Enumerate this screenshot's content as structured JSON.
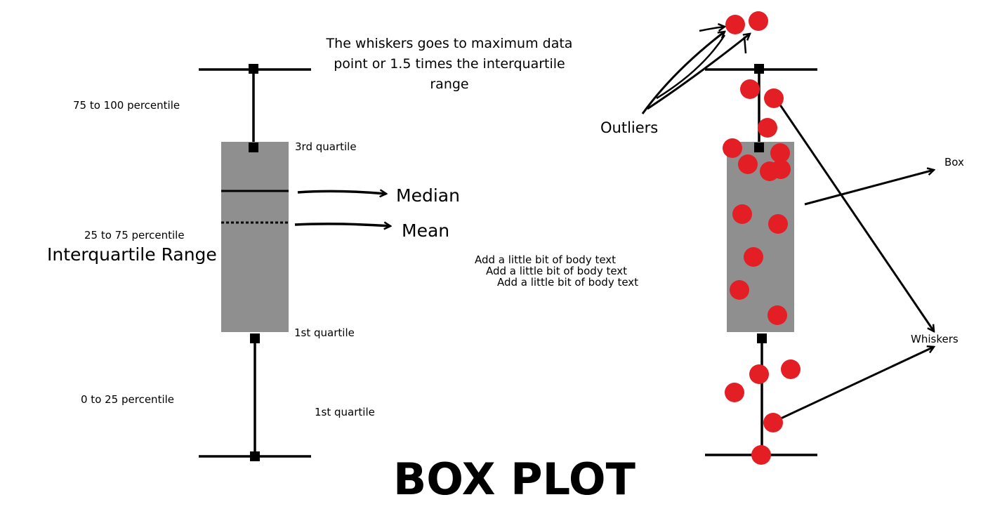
{
  "title": "BOX PLOT",
  "left_plot": {
    "labels": {
      "p75_100": "75 to 100 percentile",
      "p25_75": "25 to 75 percentile",
      "iqr": "Interquartile Range",
      "p0_25": "0 to 25 percentile",
      "q3": "3rd quartile",
      "q1": "1st quartile",
      "q1_lower": "1st quartile",
      "median": "Median",
      "mean": "Mean"
    },
    "box_color": "#8f8f8f"
  },
  "whisker_note": {
    "line1": "The whiskers goes to maximum data",
    "line2": "point or 1.5 times the interquartile",
    "line3": "range"
  },
  "body_text": [
    "Add a little bit of body text",
    "Add a little bit of body text",
    "Add a little bit of body text"
  ],
  "right_plot": {
    "labels": {
      "outliers": "Outliers",
      "box": "Box",
      "whiskers": "Whiskers"
    },
    "box_color": "#8f8f8f",
    "point_color": "#e31e24"
  }
}
